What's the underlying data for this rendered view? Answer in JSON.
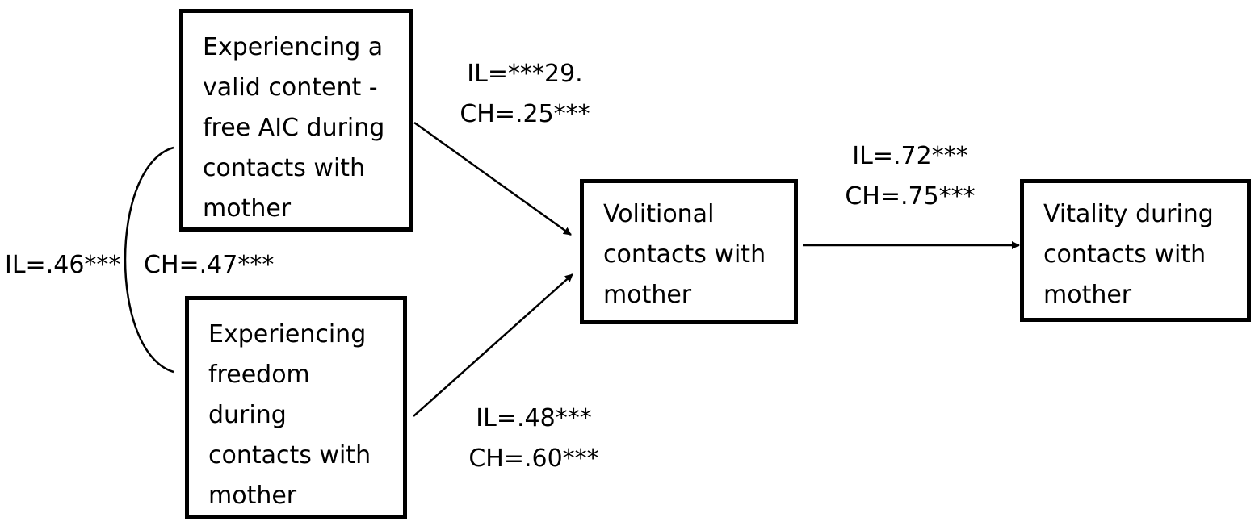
{
  "boxes": {
    "aic": [
      "Experiencing a",
      "valid content -",
      "free AIC during",
      "contacts with",
      "mother"
    ],
    "freedom": [
      "Experiencing",
      "freedom",
      "during",
      "contacts with",
      "mother"
    ],
    "volitional": [
      "Volitional",
      "contacts with",
      "mother"
    ],
    "vitality": [
      "Vitality during",
      "contacts with",
      "mother"
    ]
  },
  "labels": {
    "aic_path": [
      "IL=***29.",
      "CH=.25***"
    ],
    "freedom_path": [
      "IL=.48***",
      "CH=.60***"
    ],
    "vitality_path": [
      "IL=.72***",
      "CH=.75***"
    ],
    "correlation_il": "IL=.46***",
    "correlation_ch": "CH=.47***"
  },
  "colors": {
    "stroke": "#000000",
    "background": "#ffffff"
  }
}
